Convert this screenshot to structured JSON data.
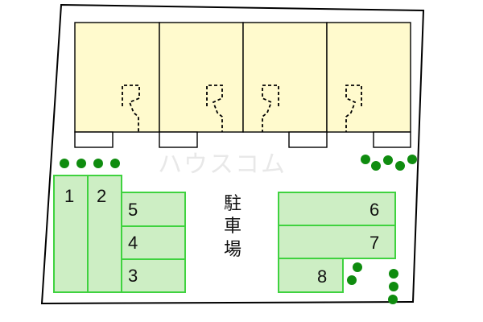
{
  "map": {
    "watermark": "ハウスコム",
    "parking_label": [
      "駐",
      "車",
      "場"
    ],
    "parking_slots": [
      {
        "id": "slot-1",
        "label": "1"
      },
      {
        "id": "slot-2",
        "label": "2"
      },
      {
        "id": "slot-5",
        "label": "5"
      },
      {
        "id": "slot-4",
        "label": "4"
      },
      {
        "id": "slot-3",
        "label": "3"
      },
      {
        "id": "slot-6",
        "label": "6"
      },
      {
        "id": "slot-7",
        "label": "7"
      },
      {
        "id": "slot-8",
        "label": "8"
      }
    ],
    "colors": {
      "building": "#fffacd",
      "parking_fill": "#cdeec4",
      "parking_border": "#3fd23f",
      "tree": "#0f8c0f"
    }
  }
}
